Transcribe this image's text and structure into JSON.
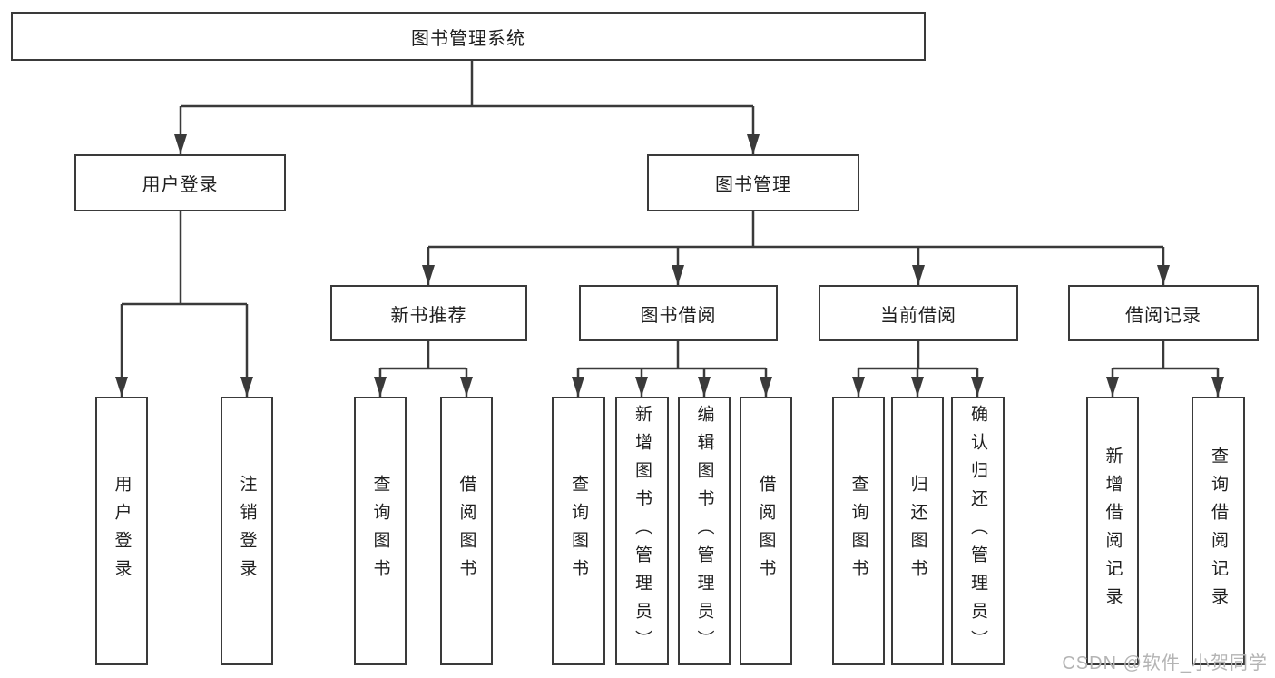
{
  "title": "图书管理系统",
  "tree": {
    "label": "图书管理系统",
    "children": [
      {
        "label": "用户登录",
        "children": [
          {
            "label": "用户登录"
          },
          {
            "label": "注销登录"
          }
        ]
      },
      {
        "label": "图书管理",
        "children": [
          {
            "label": "新书推荐",
            "children": [
              {
                "label": "查询图书"
              },
              {
                "label": "借阅图书"
              }
            ]
          },
          {
            "label": "图书借阅",
            "children": [
              {
                "label": "查询图书"
              },
              {
                "label": "新增图书（管理员）"
              },
              {
                "label": "编辑图书（管理员）"
              },
              {
                "label": "借阅图书"
              }
            ]
          },
          {
            "label": "当前借阅",
            "children": [
              {
                "label": "查询图书"
              },
              {
                "label": "归还图书"
              },
              {
                "label": "确认归还（管理员）"
              }
            ]
          },
          {
            "label": "借阅记录",
            "children": [
              {
                "label": "新增借阅记录"
              },
              {
                "label": "查询借阅记录"
              }
            ]
          }
        ]
      }
    ]
  },
  "watermark": "CSDN @软件_小贺同学",
  "colors": {
    "line": "#3a3a3a",
    "text": "#1f1f1f",
    "background": "#ffffff",
    "watermark": "#b4b4b4"
  }
}
